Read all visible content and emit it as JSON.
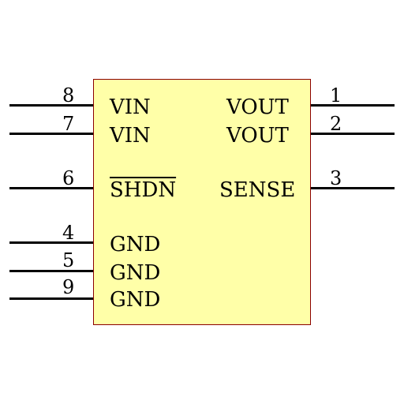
{
  "component": {
    "body_fill": "#ffffa8",
    "body_border": "#8b0000",
    "pin_color": "#000000"
  },
  "pins_left": [
    {
      "number": "8",
      "label": "VIN"
    },
    {
      "number": "7",
      "label": "VIN"
    },
    {
      "number": "6",
      "label": "SHDN",
      "active_low": true
    },
    {
      "number": "4",
      "label": "GND"
    },
    {
      "number": "5",
      "label": "GND"
    },
    {
      "number": "9",
      "label": "GND"
    }
  ],
  "pins_right": [
    {
      "number": "1",
      "label": "VOUT"
    },
    {
      "number": "2",
      "label": "VOUT"
    },
    {
      "number": "3",
      "label": "SENSE"
    }
  ]
}
